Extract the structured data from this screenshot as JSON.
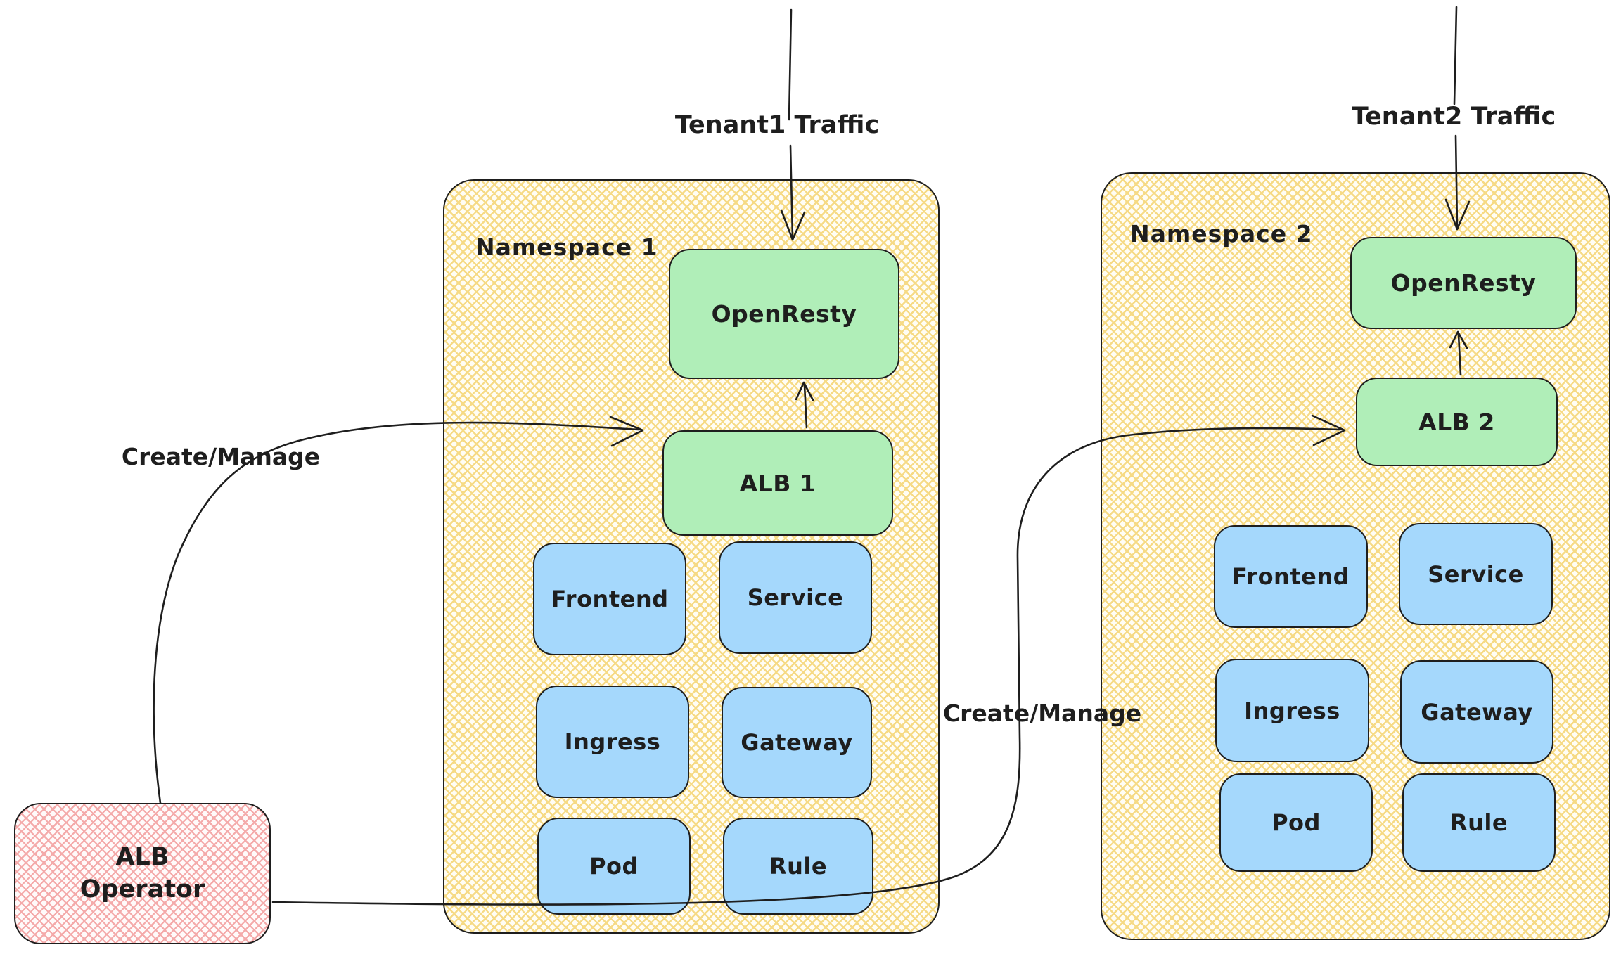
{
  "flows": {
    "tenant1_traffic": "Tenant1 Traffic",
    "tenant2_traffic": "Tenant2 Traffic",
    "create_manage_1": "Create/Manage",
    "create_manage_2": "Create/Manage"
  },
  "alb_operator": {
    "label_line1": "ALB",
    "label_line2": "Operator"
  },
  "namespaces": [
    {
      "label": "Namespace 1",
      "openresty_label": "OpenResty",
      "alb_label": "ALB 1",
      "resources": [
        "Frontend",
        "Service",
        "Ingress",
        "Gateway",
        "Pod",
        "Rule"
      ]
    },
    {
      "label": "Namespace 2",
      "openresty_label": "OpenResty",
      "alb_label": "ALB 2",
      "resources": [
        "Frontend",
        "Service",
        "Ingress",
        "Gateway",
        "Pod",
        "Rule"
      ]
    }
  ],
  "colors": {
    "stroke": "#1e1e1e",
    "namespace_fill_line": "#f6da85",
    "green_fill": "#b0eeb8",
    "blue_fill": "#a5d8fc",
    "operator_fill_line": "#f4aaaa"
  }
}
